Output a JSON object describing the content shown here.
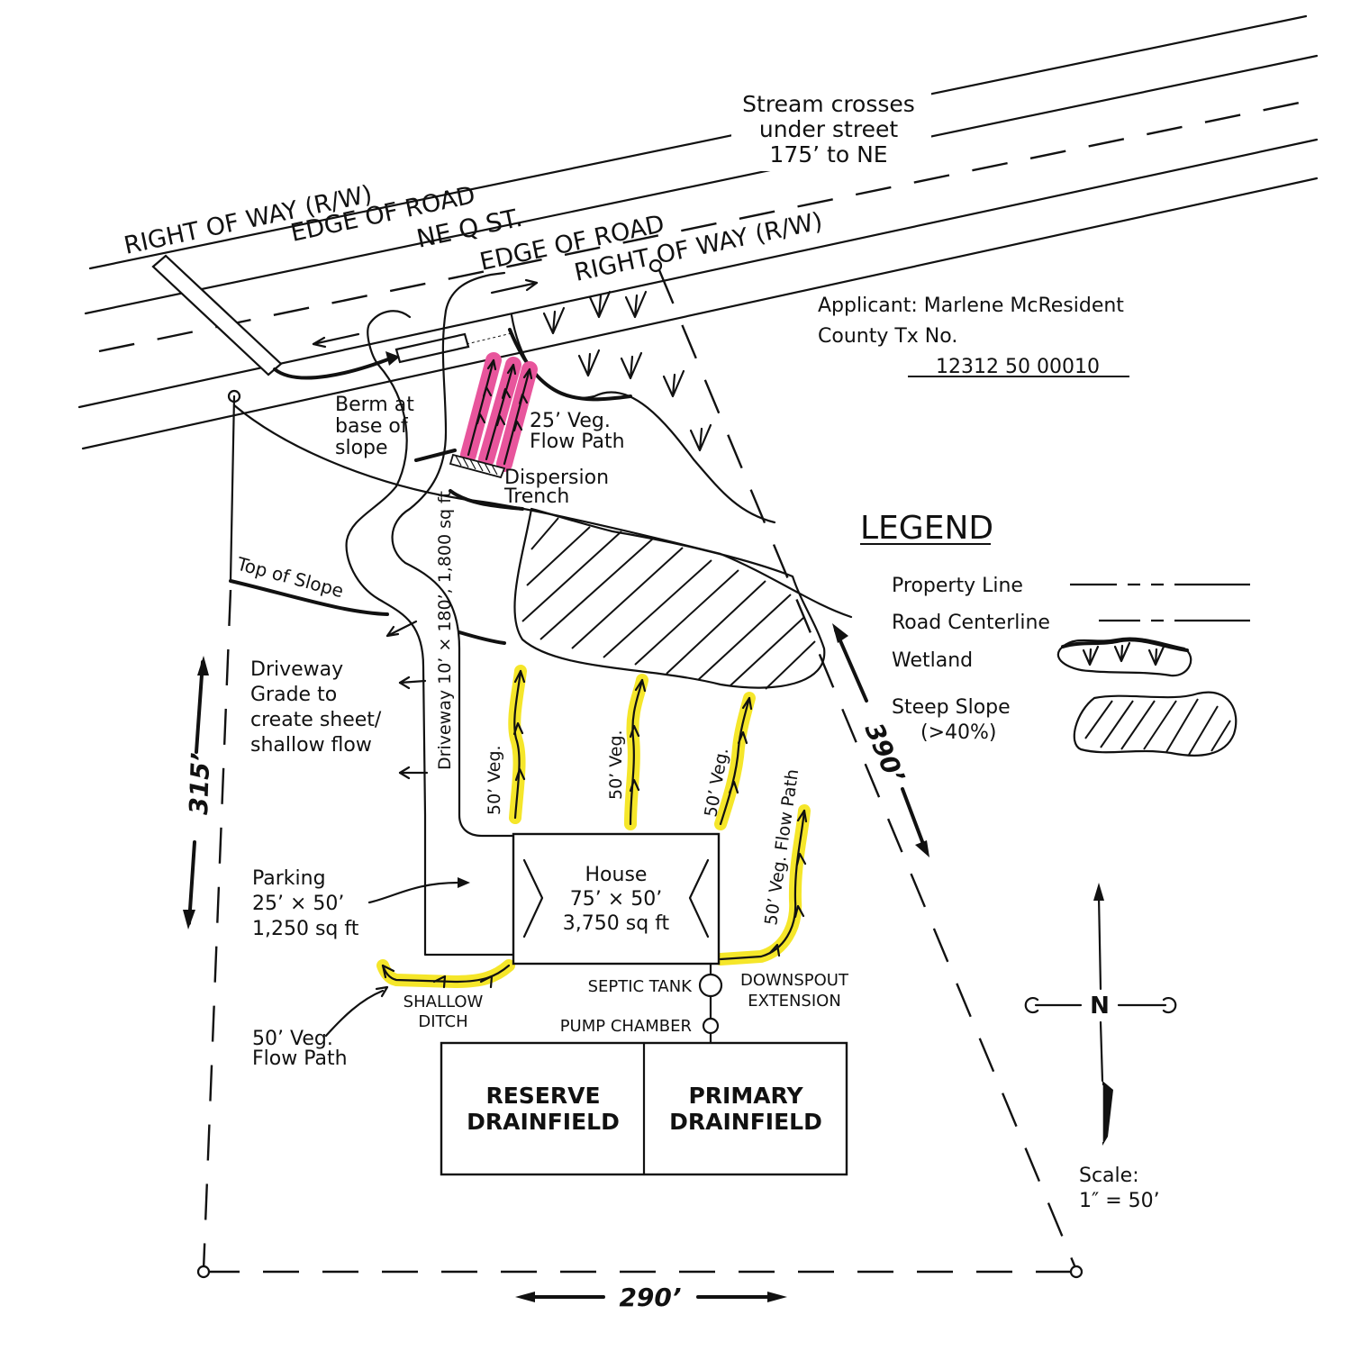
{
  "road": {
    "row_top": "RIGHT OF WAY (R/W)",
    "edge_top": "EDGE OF ROAD",
    "street": "NE Q ST.",
    "edge_bottom": "EDGE OF ROAD",
    "row_bottom": "RIGHT OF WAY (R/W)",
    "stream_note": [
      "Stream crosses",
      "under street",
      "175’ to NE"
    ]
  },
  "applicant": {
    "line1": "Applicant: Marlene McResident",
    "line2": "County Tx No.",
    "tax_no": "12312 50 00010"
  },
  "labels": {
    "berm": [
      "Berm at",
      "base of",
      "slope"
    ],
    "veg25": [
      "25’ Veg.",
      "Flow Path"
    ],
    "dispersion": [
      "Dispersion",
      "Trench"
    ],
    "top_of_slope": "Top of Slope",
    "driveway_note": [
      "Driveway",
      "Grade to",
      "create sheet/",
      "shallow flow"
    ],
    "driveway_dim": "Driveway 10’ × 180’, 1,800 sq ft",
    "veg50_a": "50’ Veg.",
    "veg50_b": "50’ Veg.",
    "veg50_c": "50’ Veg.",
    "veg50_flow": "50’ Veg. Flow Path",
    "parking": [
      "Parking",
      "25’ × 50’",
      "1,250 sq ft"
    ],
    "house": [
      "House",
      "75’ × 50’",
      "3,750 sq ft"
    ],
    "shallow_ditch": [
      "SHALLOW",
      "DITCH"
    ],
    "veg50_flow_left": [
      "50’ Veg.",
      "Flow Path"
    ],
    "septic_tank": "SEPTIC TANK",
    "pump_chamber": "PUMP CHAMBER",
    "downspout": [
      "DOWNSPOUT",
      "EXTENSION"
    ],
    "reserve": [
      "RESERVE",
      "DRAINFIELD"
    ],
    "primary": [
      "PRIMARY",
      "DRAINFIELD"
    ]
  },
  "dimensions": {
    "left": "315’",
    "right": "390’",
    "bottom": "290’"
  },
  "legend": {
    "title": "LEGEND",
    "property_line": "Property Line",
    "road_centerline": "Road Centerline",
    "wetland": "Wetland",
    "steep_slope": [
      "Steep Slope",
      "(>40%)"
    ]
  },
  "compass": {
    "north": "N",
    "scale": [
      "Scale:",
      "1″ = 50’"
    ]
  },
  "colors": {
    "highlight_yellow": "#f5e62a",
    "highlight_pink": "#e8559c",
    "ink": "#111111"
  }
}
